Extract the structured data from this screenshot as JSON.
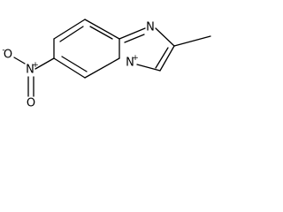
{
  "molecule": {
    "atoms": {
      "imidazole_n": "N",
      "bridgehead_n": "N",
      "bridgehead_n_charge": "+",
      "nitro_n": "N",
      "nitro_n_charge": "+",
      "nitro_o_top": "O",
      "nitro_o_top_charge": "-",
      "nitro_o_bottom": "O"
    }
  }
}
